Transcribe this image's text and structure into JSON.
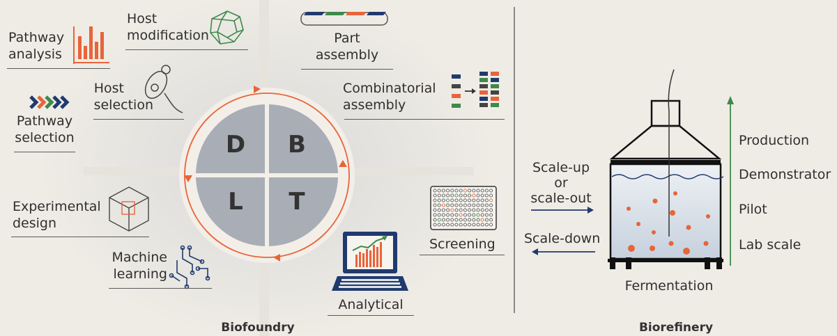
{
  "biofoundry": {
    "title": "Biofoundry",
    "cycle": {
      "d": "D",
      "b": "B",
      "l": "L",
      "t": "T"
    },
    "labels": {
      "pathway_analysis": [
        "Pathway",
        "analysis"
      ],
      "host_modification": [
        "Host",
        "modification"
      ],
      "part_assembly": [
        "Part",
        "assembly"
      ],
      "host_selection": [
        "Host",
        "selection"
      ],
      "combinatorial_assembly": [
        "Combinatorial",
        "assembly"
      ],
      "pathway_selection": [
        "Pathway",
        "selection"
      ],
      "experimental_design": [
        "Experimental",
        "design"
      ],
      "machine_learning": [
        "Machine",
        "learning"
      ],
      "screening": "Screening",
      "analytical": "Analytical"
    }
  },
  "biorefinery": {
    "title": "Biorefinery",
    "scale_up": [
      "Scale-up",
      "or",
      "scale-out"
    ],
    "scale_down": "Scale-down",
    "fermentation": "Fermentation",
    "stages": [
      "Production",
      "Demonstrator",
      "Pilot",
      "Lab scale"
    ]
  },
  "colors": {
    "accent_orange": "#e8643a",
    "navy": "#1f3a6e",
    "green": "#3d8a4a",
    "quadrant_fill": "#a9adb6",
    "background": "#efece5"
  },
  "icons": [
    "bar-chart-icon",
    "protein-cage-icon",
    "dna-parts-strip-icon",
    "yeast-cell-icon",
    "combinatorial-grid-icon",
    "chevron-arrows-icon",
    "cube-icon",
    "circuit-brain-icon",
    "well-plate-icon",
    "laptop-chart-icon",
    "bioreactor-icon"
  ]
}
